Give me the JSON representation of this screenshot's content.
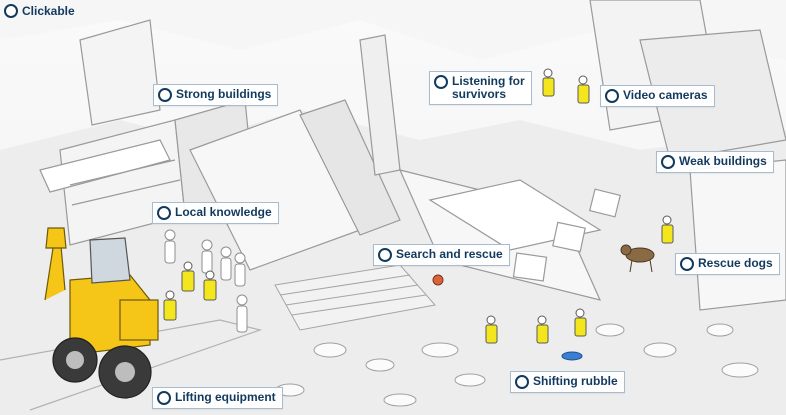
{
  "legend": {
    "label": "Clickable",
    "icon": "circle-outline-icon"
  },
  "hotspots": {
    "strong_buildings": "Strong buildings",
    "listening_for_survivors": "Listening for\nsurvivors",
    "video_cameras": "Video cameras",
    "weak_buildings": "Weak buildings",
    "local_knowledge": "Local knowledge",
    "search_and_rescue": "Search and rescue",
    "rescue_dogs": "Rescue dogs",
    "shifting_rubble": "Shifting rubble",
    "lifting_equipment": "Lifting equipment"
  },
  "colors": {
    "label_text": "#123a5e",
    "label_border": "#a9bccd",
    "vest": "#f4e61c",
    "digger": "#f5c518",
    "line_art": "#9a9a9a"
  }
}
